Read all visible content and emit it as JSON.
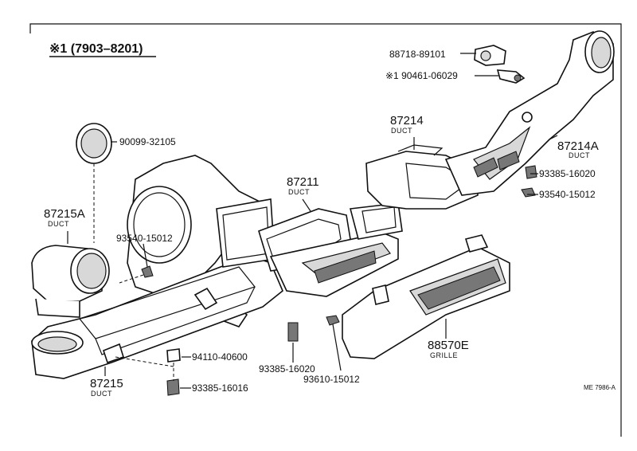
{
  "header": {
    "note": "※1 (7903–8201)"
  },
  "labels": {
    "p88718": "88718-89101",
    "p90461": "※1 90461-06029",
    "p90099": "90099-32105",
    "p87214": "87214",
    "p87214_sub": "DUCT",
    "p87214A": "87214A",
    "p87214A_sub": "DUCT",
    "p93385a": "93385-16020",
    "p93540a": "93540-15012",
    "p87211": "87211",
    "p87211_sub": "DUCT",
    "p87215A": "87215A",
    "p87215A_sub": "DUCT",
    "p93540b": "93540-15012",
    "p94110": "94110-40600",
    "p93385b": "93385-16020",
    "p93610": "93610-15012",
    "p88570E": "88570E",
    "p88570E_sub": "GRILLE",
    "p87215": "87215",
    "p87215_sub": "DUCT",
    "p93385c": "93385-16016"
  },
  "footer": {
    "code": "ME 7986-A"
  }
}
